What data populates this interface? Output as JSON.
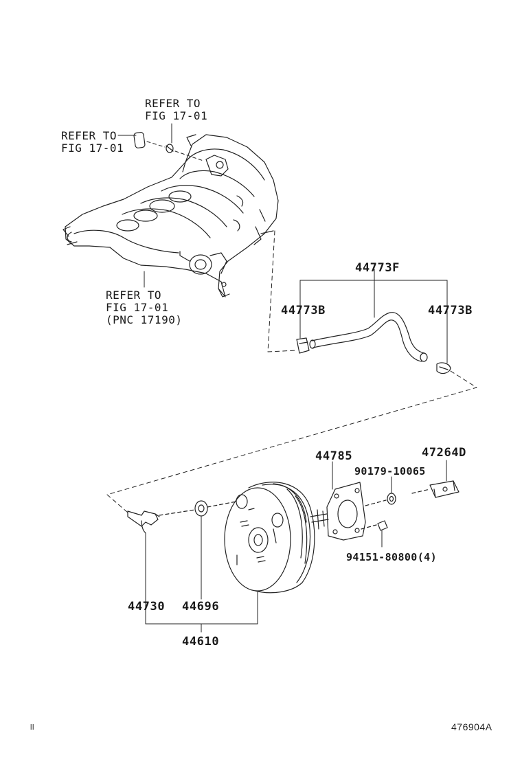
{
  "references": {
    "ref1": {
      "line1": "REFER TO",
      "line2": "FIG 17-01"
    },
    "ref2": {
      "line1": "REFER TO",
      "line2": "FIG 17-01"
    },
    "ref3": {
      "line1": "REFER TO",
      "line2": "FIG 17-01",
      "line3": "(PNC 17190)"
    }
  },
  "part_numbers": {
    "p44773F": "44773F",
    "p44773B_left": "44773B",
    "p44773B_right": "44773B",
    "p44785": "44785",
    "p47264D": "47264D",
    "p90179": "90179-10065",
    "p94151": "94151-80800(4)",
    "p44730": "44730",
    "p44696": "44696",
    "p44610": "44610"
  },
  "footer": {
    "left_mark": "ll",
    "diagram_id": "476904A"
  }
}
